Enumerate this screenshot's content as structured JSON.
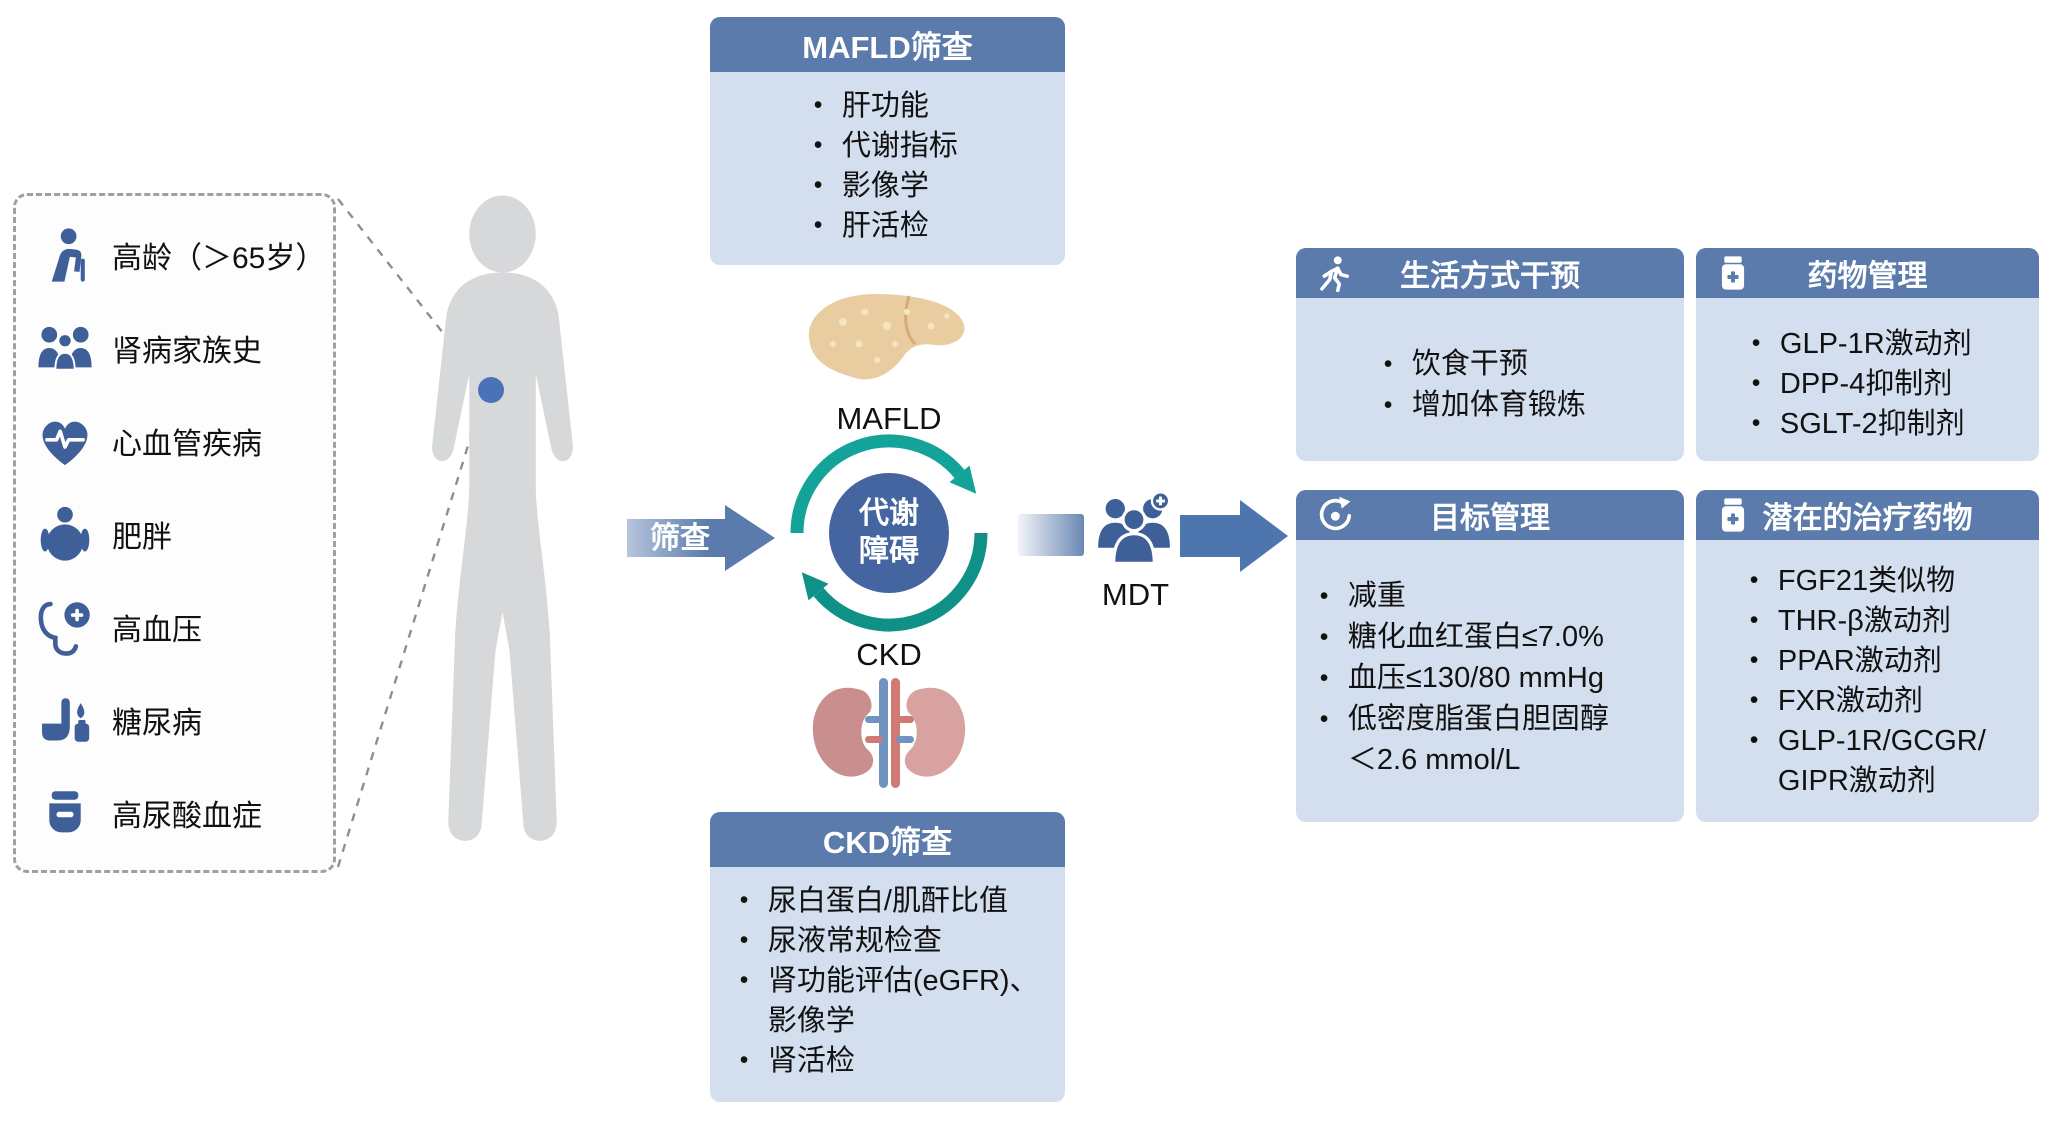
{
  "colors": {
    "header_blue": "#5a7bab",
    "panel_light_blue": "#d3dfee",
    "icon_blue": "#3f5f99",
    "teal_arrow": "#13a399",
    "center_circle_blue": "#4565a0",
    "body_gray": "#d6d8da",
    "block_arrow_blue": "#4d75ae",
    "marker_dot_blue": "#4a72b8",
    "liver_tan": "#e9cda0",
    "kidney_pink": "#c98e8e"
  },
  "risk_panel": {
    "items": [
      {
        "icon": "elderly-icon",
        "label": "高龄（＞65岁）"
      },
      {
        "icon": "family-icon",
        "label": "肾病家族史"
      },
      {
        "icon": "cardiovascular-icon",
        "label": "心血管疾病"
      },
      {
        "icon": "obesity-icon",
        "label": "肥胖"
      },
      {
        "icon": "blood-pressure-icon",
        "label": "高血压"
      },
      {
        "icon": "diabetes-icon",
        "label": "糖尿病"
      },
      {
        "icon": "uric-acid-icon",
        "label": "高尿酸血症"
      }
    ]
  },
  "screening_arrow": {
    "label": "筛查"
  },
  "mafld_screening": {
    "title": "MAFLD筛查",
    "items": [
      "肝功能",
      "代谢指标",
      "影像学",
      "肝活检"
    ]
  },
  "ckd_screening": {
    "title": "CKD筛查",
    "items": [
      "尿白蛋白/肌酐比值",
      "尿液常规检查",
      "肾功能评估(eGFR)、\n影像学",
      "肾活检"
    ]
  },
  "center": {
    "mafld_label": "MAFLD",
    "ckd_label": "CKD",
    "circle": {
      "line1": "代谢",
      "line2": "障碍"
    }
  },
  "mdt": {
    "label": "MDT"
  },
  "management": {
    "boxes": [
      {
        "title": "生活方式干预",
        "icon": "runner-icon",
        "items": [
          "饮食干预",
          "增加体育锻炼"
        ]
      },
      {
        "title": "药物管理",
        "icon": "medicine-bottle-icon",
        "items": [
          "GLP-1R激动剂",
          "DPP-4抑制剂",
          "SGLT-2抑制剂"
        ]
      },
      {
        "title": "目标管理",
        "icon": "target-icon",
        "items": [
          "减重",
          "糖化血红蛋白≤7.0%",
          "血压≤130/80 mmHg",
          "低密度脂蛋白胆固醇\n＜2.6 mmol/L"
        ]
      },
      {
        "title": "潜在的治疗药物",
        "icon": "medicine-bottle-icon",
        "items": [
          "FGF21类似物",
          "THR-β激动剂",
          "PPAR激动剂",
          "FXR激动剂",
          "GLP-1R/GCGR/\nGIPR激动剂"
        ]
      }
    ]
  }
}
